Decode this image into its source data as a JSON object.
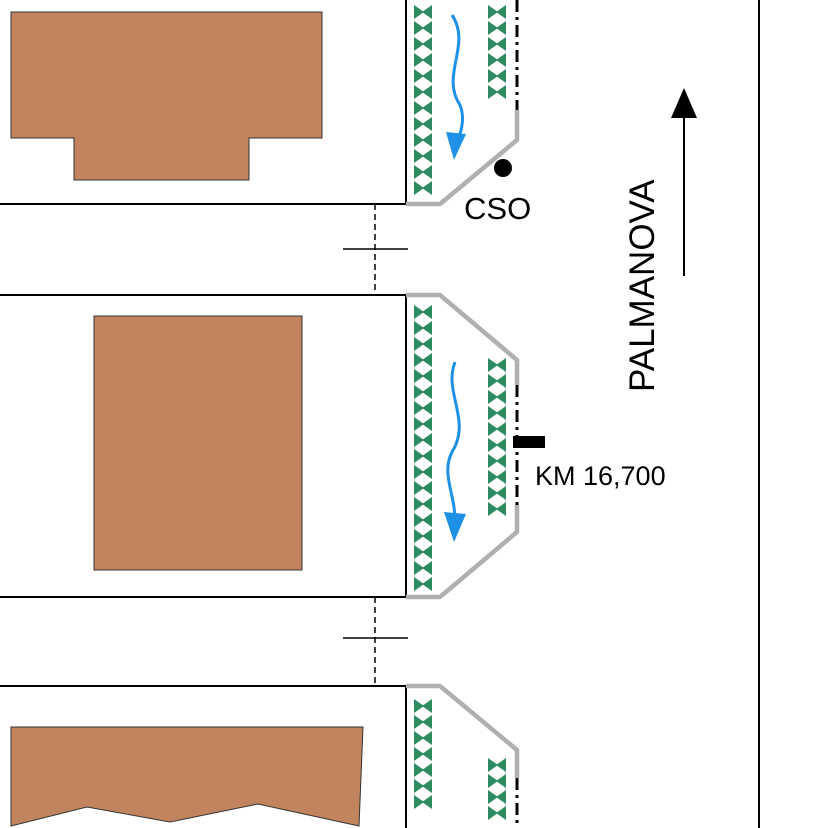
{
  "labels": {
    "cso": "CSO",
    "km": "KM 16,700",
    "road": "PALMANOVA"
  },
  "colors": {
    "building": "#c1845e",
    "swale_edge": "#b0b0b0",
    "vegetation": "#2e8b5f",
    "flow_arrow": "#1e90e6",
    "line": "#000000"
  },
  "icons": {
    "flow": "blue-flow-arrow-icon",
    "vegetation": "green-triangle-planting-icon",
    "cso_marker": "black-dot-marker-icon",
    "km_marker": "black-bar-marker-icon",
    "direction": "north-arrow-icon"
  }
}
